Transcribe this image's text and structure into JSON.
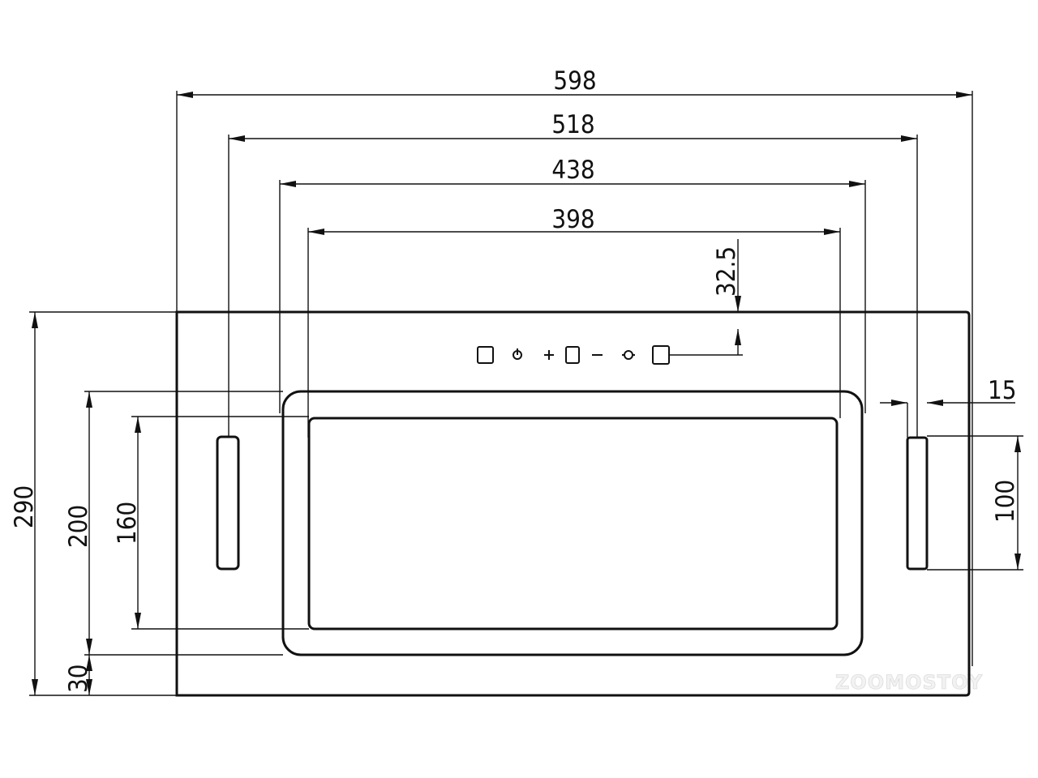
{
  "dimensions": {
    "width_598": "598",
    "width_518": "518",
    "width_438": "438",
    "width_398": "398",
    "top_offset": "32.5",
    "side_gap": "15",
    "side_height": "100",
    "total_height": "290",
    "panel_height": "200",
    "window_height": "160",
    "bottom_offset": "30"
  },
  "control_panel": {
    "icons": [
      "square-button-icon",
      "power-icon",
      "plus-icon",
      "square-button-icon",
      "minus-icon",
      "light-icon",
      "square-button-icon"
    ]
  },
  "watermark": "ZOOMOSTOY"
}
